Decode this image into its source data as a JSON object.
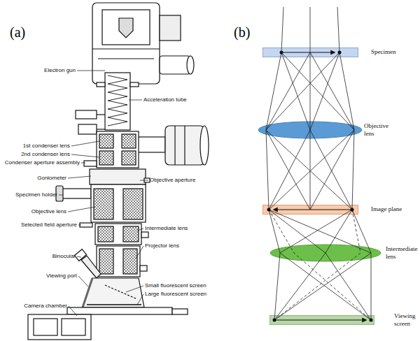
{
  "diagram": {
    "nodes": [
      {
        "text": [
          "Specimen"
        ]
      },
      {
        "text": [
          "Objective lens"
        ]
      },
      {
        "text": [
          "Image plane"
        ]
      },
      {
        "text": [
          "Intermediate lens"
        ]
      },
      {
        "text": [
          "Viewing screen"
        ]
      }
    ],
    "labels": [
      "(a)",
      "(b)",
      "Electron gun",
      "Acceleration tube",
      "1st condenser lens",
      "2nd condenser lens",
      "Condenser aperture assembly",
      "Goniometer",
      "Objective aperture",
      "Specimen holder",
      "Objective lens",
      "Selected field aperture",
      "Intermediate lens",
      "Projector lens",
      "Binocular",
      "Viewing port",
      "Small fluorescent screen",
      "Large fluorescent screen",
      "Camera chamber"
    ]
  }
}
